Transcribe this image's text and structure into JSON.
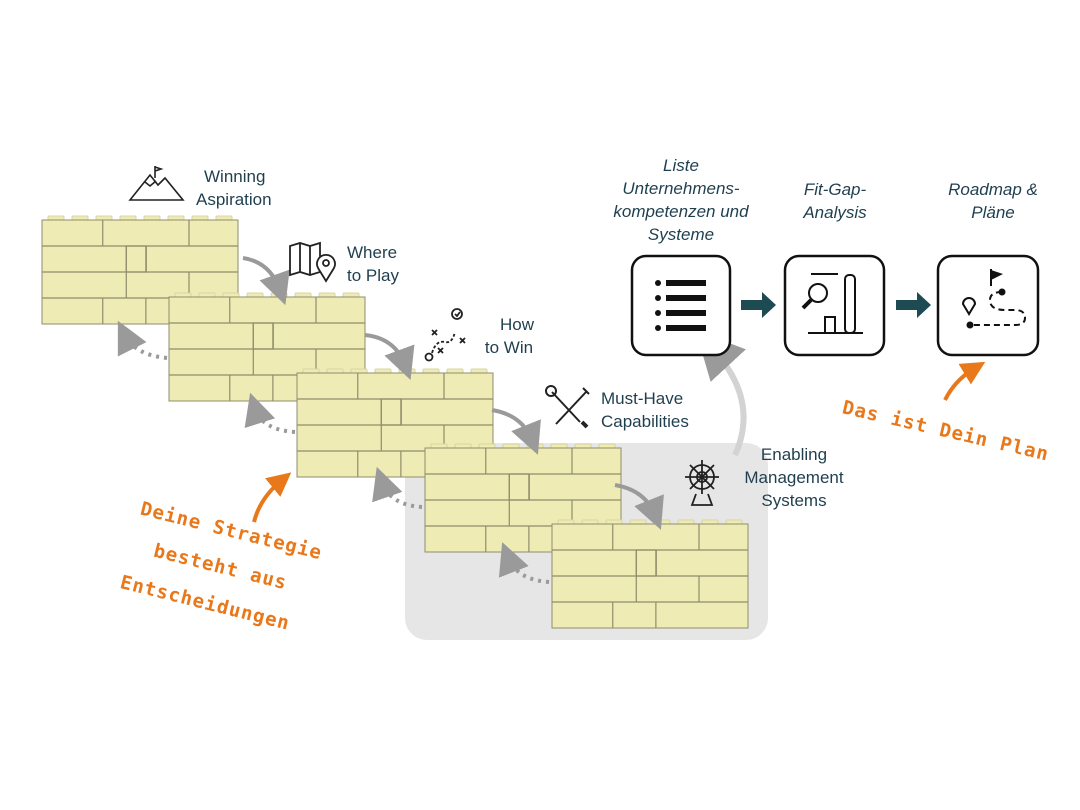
{
  "steps": [
    {
      "line1": "Winning",
      "line2": "Aspiration",
      "icon": "mountain-flag-icon"
    },
    {
      "line1": "Where",
      "line2": "to Play",
      "icon": "map-pin-icon"
    },
    {
      "line1": "How",
      "line2": "to Win",
      "icon": "strategy-play-icon"
    },
    {
      "line1": "Must-Have",
      "line2": "Capabilities",
      "icon": "tools-icon"
    },
    {
      "line1": "Enabling",
      "line2": "Management",
      "line3": "Systems",
      "icon": "ship-wheel-icon"
    }
  ],
  "process": [
    {
      "lines": [
        "Liste",
        "Unternehmens-",
        "kompetenzen und",
        "Systeme"
      ],
      "icon": "list-icon"
    },
    {
      "lines": [
        "Fit-Gap-",
        "Analysis"
      ],
      "icon": "analysis-chart-icon"
    },
    {
      "lines": [
        "Roadmap &",
        "Pläne"
      ],
      "icon": "roadmap-icon"
    }
  ],
  "notes": {
    "strategy": [
      "Deine Strategie",
      "besteht aus",
      "Entscheidungen"
    ],
    "plan": "Das ist Dein Plan"
  },
  "colors": {
    "brick": "#eeebb4",
    "mortar": "#8f8d6c",
    "text": "#1f3f4f",
    "accent": "#e8781a",
    "arrow": "#1e4a52",
    "panel": "#e6e6e6"
  }
}
